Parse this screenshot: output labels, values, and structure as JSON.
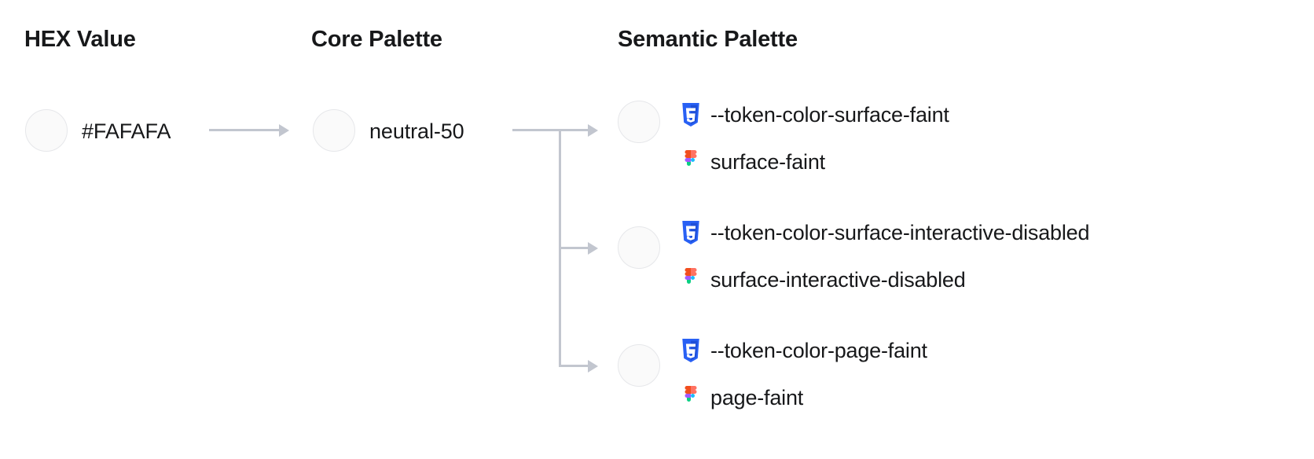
{
  "columns": {
    "hex": {
      "heading": "HEX Value"
    },
    "core": {
      "heading": "Core Palette"
    },
    "semantic": {
      "heading": "Semantic Palette"
    }
  },
  "hex_value": {
    "label": "#FAFAFA",
    "swatch_color": "#FAFAFA"
  },
  "core_value": {
    "label": "neutral-50",
    "swatch_color": "#FAFAFA"
  },
  "semantic_tokens": [
    {
      "swatch_color": "#FAFAFA",
      "css_icon": "css3-icon",
      "css_token": "--token-color-surface-faint",
      "figma_icon": "figma-icon",
      "figma_token": "surface-faint"
    },
    {
      "swatch_color": "#FAFAFA",
      "css_icon": "css3-icon",
      "css_token": "--token-color-surface-interactive-disabled",
      "figma_icon": "figma-icon",
      "figma_token": "surface-interactive-disabled"
    },
    {
      "swatch_color": "#FAFAFA",
      "css_icon": "css3-icon",
      "css_token": "--token-color-page-faint",
      "figma_icon": "figma-icon",
      "figma_token": "page-faint"
    }
  ],
  "connectors": {
    "hex_to_core": "arrow-right",
    "core_to_semantic": "bracket-fanout",
    "line_color": "#C2C6CF"
  },
  "palette": {
    "css_icon_blue": "#2860F4",
    "figma_orange": "#F24E1E",
    "figma_purple": "#A259FF",
    "figma_cyan": "#1ABCFE",
    "figma_green": "#0ACF83",
    "text_color": "#17181A",
    "swatch_border": "#E6E7EA"
  }
}
